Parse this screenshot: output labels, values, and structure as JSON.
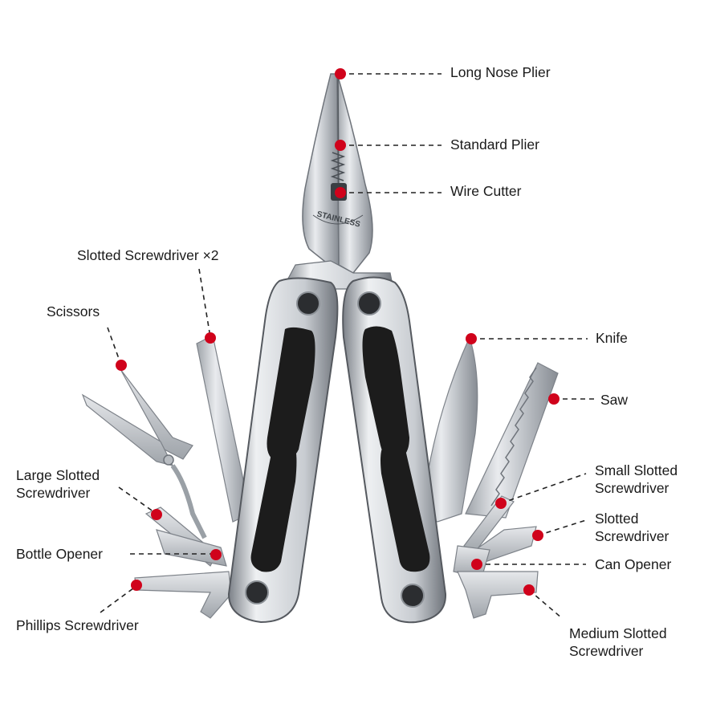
{
  "stamp_text": "STAINLESS",
  "colors": {
    "marker": "#d0021b",
    "leader": "#222222",
    "steel": "#c9ccd0",
    "steel_dark": "#8e9399",
    "grip": "#1c1c1c",
    "text": "#1a1a1a"
  },
  "labels": {
    "long_nose_plier": "Long Nose Plier",
    "standard_plier": "Standard Plier",
    "wire_cutter": "Wire Cutter",
    "slotted_screwdriver_x2": "Slotted Screwdriver  ×2",
    "scissors": "Scissors",
    "knife": "Knife",
    "saw": "Saw",
    "small_slotted_screwdriver": [
      "Small Slotted",
      "Screwdriver"
    ],
    "slotted_screwdriver": [
      "Slotted",
      "Screwdriver"
    ],
    "can_opener": "Can Opener",
    "medium_slotted_screwdriver": [
      "Medium Slotted",
      "Screwdriver"
    ],
    "large_slotted_screwdriver": [
      "Large Slotted",
      "Screwdriver"
    ],
    "bottle_opener": "Bottle Opener",
    "phillips_screwdriver": "Phillips Screwdriver"
  }
}
